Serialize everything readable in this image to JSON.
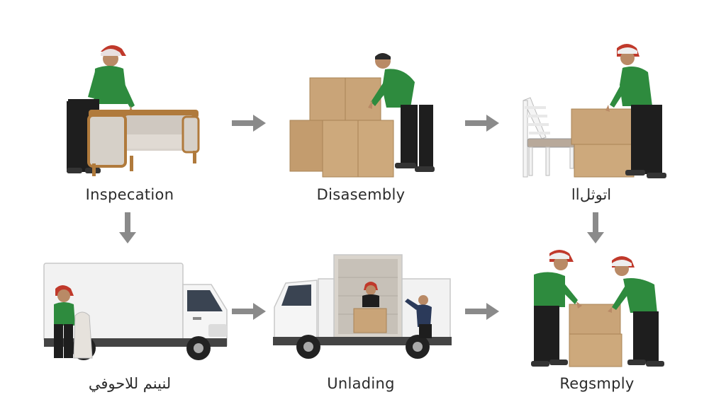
{
  "steps": [
    {
      "id": "inspection",
      "label": "Inspecation"
    },
    {
      "id": "disassembly",
      "label": "Disasembly"
    },
    {
      "id": "step3",
      "label": "اlاتوثل"
    },
    {
      "id": "step4",
      "label": "لنينم للاحوفي"
    },
    {
      "id": "unloading",
      "label": "Unlading"
    },
    {
      "id": "reassembly",
      "label": "Regsmply"
    }
  ],
  "colors": {
    "arrow": "#8a8a8a",
    "shirt": "#2e8b3e",
    "box": "#c9a478",
    "pants": "#1e1e1e",
    "headscarf": "#c0392b",
    "truck": "#f2f2f2"
  },
  "icons": [
    "sofa-icon",
    "boxes-icon",
    "chair-icon",
    "truck-icon",
    "person-icon"
  ]
}
